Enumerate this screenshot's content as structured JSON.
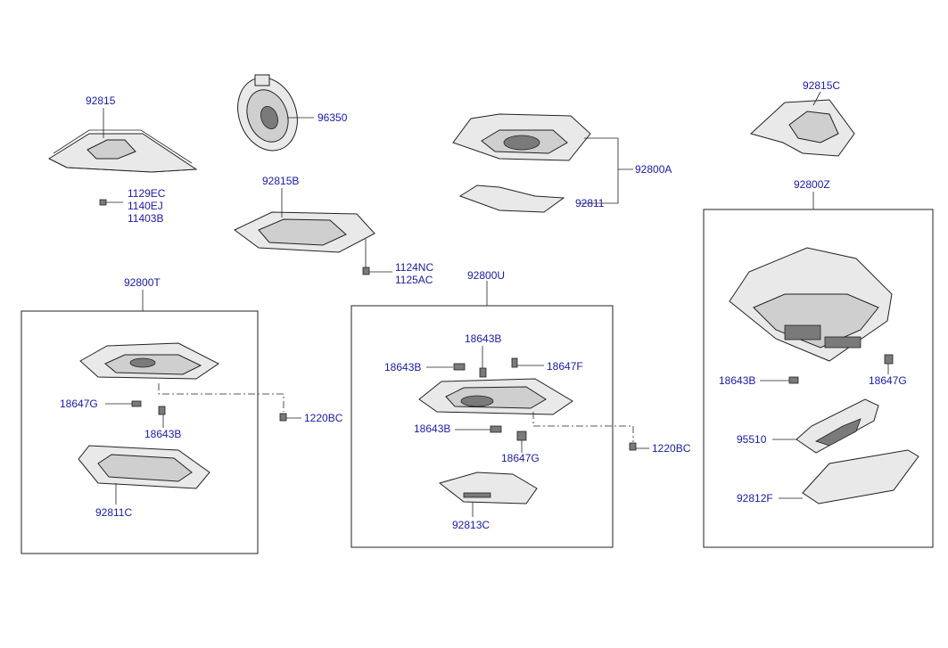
{
  "labels": {
    "p92815": "92815",
    "p1129EC": "1129EC",
    "p1140EJ": "1140EJ",
    "p11403B": "11403B",
    "p96350": "96350",
    "p92815B": "92815B",
    "p1124NC": "1124NC",
    "p1125AC": "1125AC",
    "p92800A": "92800A",
    "p92811": "92811",
    "p92815C": "92815C",
    "p92800Z": "92800Z",
    "p92800T": "92800T",
    "t18647G": "18647G",
    "t18643B": "18643B",
    "t1220BC": "1220BC",
    "t92811C": "92811C",
    "p92800U": "92800U",
    "u18643B_top": "18643B",
    "u18643B_left": "18643B",
    "u18647F": "18647F",
    "u18643B_mid": "18643B",
    "u18647G": "18647G",
    "u1220BC": "1220BC",
    "u92813C": "92813C",
    "z18643B": "18643B",
    "z18647G": "18647G",
    "z95510": "95510",
    "z92812F": "92812F"
  }
}
